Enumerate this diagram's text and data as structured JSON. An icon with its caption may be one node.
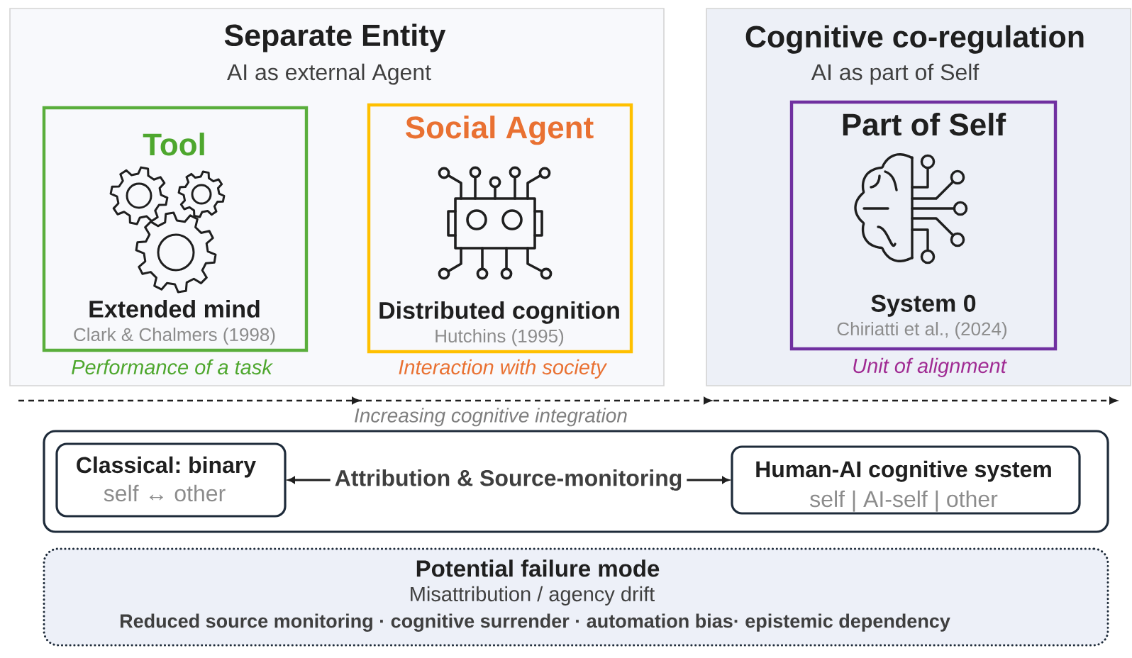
{
  "diagram": {
    "nodes": [
      {
        "text": [
          "Separate Entity",
          "AI as external Agent"
        ]
      },
      {
        "text": [
          "Tool",
          "Extended mind",
          "Clark & Chalmers (1998)"
        ],
        "in": 0,
        "beside": [
          "Performance of a task"
        ]
      },
      {
        "text": [
          "Social Agent",
          "Distributed cognition",
          "Hutchins (1995)"
        ],
        "in": 0,
        "beside": [
          "Interaction with society"
        ]
      },
      {
        "text": [
          "Cognitive co-regulation",
          "AI as part of Self"
        ]
      },
      {
        "text": [
          "Part of Self",
          "System 0",
          "Chiriatti et al., (2024)"
        ],
        "in": 3,
        "beside": [
          "Unit of alignment"
        ]
      },
      {
        "text": [],
        "shape": "box"
      },
      {
        "text": [
          "Classical: binary",
          "self ↔ other"
        ],
        "in": 5
      },
      {
        "text": [
          "Human-AI cognitive system",
          "self | AI-self | other"
        ],
        "in": 5
      },
      {
        "text": [
          "Potential failure mode",
          "Misattribution / agency drift",
          "Reduced source monitoring · cognitive surrender · automation bias· epistemic dependency"
        ]
      }
    ],
    "edges": [
      {
        "from": 6,
        "to": 7,
        "arrow": "both",
        "label": "Attribution & Source-monitoring"
      }
    ],
    "labels": [
      "Increasing cognitive integration"
    ]
  }
}
